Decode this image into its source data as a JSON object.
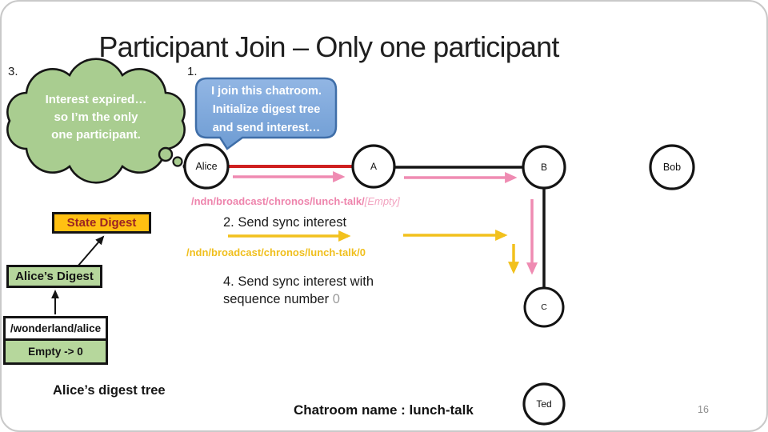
{
  "slide": {
    "title": "Participant Join – Only one participant",
    "step_label_3": "3.",
    "step_label_1": "1.",
    "page_number": "16"
  },
  "thought_cloud": {
    "lines": [
      "Interest expired…",
      "so I’m the only",
      "one participant."
    ]
  },
  "speech_bubble": {
    "lines": [
      "I join this chatroom.",
      "Initialize digest tree",
      "and send interest…"
    ]
  },
  "nodes": {
    "alice": "Alice",
    "a": "A",
    "b": "B",
    "bob": "Bob",
    "c": "C",
    "ted": "Ted"
  },
  "messages": {
    "sync_interest_empty_prefix": "/ndn/broadcast/chronos/lunch-talk/",
    "sync_interest_empty_suffix": "[Empty]",
    "step2": "2. Send sync interest",
    "sync_interest_seq0": "/ndn/broadcast/chronos/lunch-talk/0",
    "step4_line1": "4. Send sync interest with",
    "step4_line2_prefix": "sequence number ",
    "step4_line2_seq": "0"
  },
  "digest_tree": {
    "root_label": "State Digest",
    "node_label": "Alice’s Digest",
    "leaf_name": "/wonderland/alice",
    "leaf_value": "Empty -> 0",
    "caption": "Alice’s digest tree"
  },
  "footer": {
    "chatroom_name_label": "Chatroom name : lunch-talk"
  },
  "colors": {
    "red_link": "#cf2020",
    "pink_arrow": "#ef8bb2",
    "yellow_arrow": "#f2c11d",
    "state_digest_fill": "#ffc012",
    "state_digest_text": "#9b2323",
    "digest_green_fill": "#b6d79c",
    "cloud_fill": "#a9cd90",
    "bubble_fill": "#7da7dc"
  }
}
